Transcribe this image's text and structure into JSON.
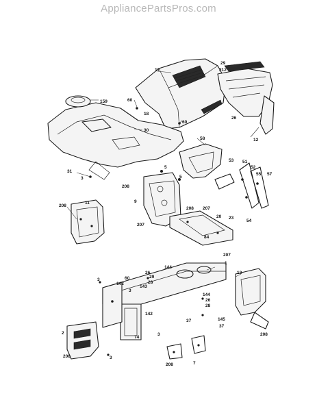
{
  "site_watermark": "AppliancePartsPros.com",
  "callouts": [
    {
      "id": "c-17",
      "text": "17"
    },
    {
      "id": "c-29",
      "text": "29"
    },
    {
      "id": "c-212",
      "text": "212"
    },
    {
      "id": "c-159",
      "text": "159"
    },
    {
      "id": "c-60a",
      "text": "60"
    },
    {
      "id": "c-18",
      "text": "18"
    },
    {
      "id": "c-60b",
      "text": "60"
    },
    {
      "id": "c-30",
      "text": "30"
    },
    {
      "id": "c-26a",
      "text": "26"
    },
    {
      "id": "c-12",
      "text": "12"
    },
    {
      "id": "c-58",
      "text": "58"
    },
    {
      "id": "c-31",
      "text": "31"
    },
    {
      "id": "c-3a",
      "text": "3"
    },
    {
      "id": "c-5a",
      "text": "5"
    },
    {
      "id": "c-208a",
      "text": "208"
    },
    {
      "id": "c-5b",
      "text": "5"
    },
    {
      "id": "c-53",
      "text": "53"
    },
    {
      "id": "c-51",
      "text": "51"
    },
    {
      "id": "c-52",
      "text": "52"
    },
    {
      "id": "c-55",
      "text": "55"
    },
    {
      "id": "c-57",
      "text": "57"
    },
    {
      "id": "c-54",
      "text": "54"
    },
    {
      "id": "c-208b",
      "text": "208"
    },
    {
      "id": "c-11",
      "text": "11"
    },
    {
      "id": "c-9",
      "text": "9"
    },
    {
      "id": "c-208c",
      "text": "208"
    },
    {
      "id": "c-207a",
      "text": "207"
    },
    {
      "id": "c-20",
      "text": "20"
    },
    {
      "id": "c-23",
      "text": "23"
    },
    {
      "id": "c-207b",
      "text": "207"
    },
    {
      "id": "c-84",
      "text": "84"
    },
    {
      "id": "c-207c",
      "text": "207"
    },
    {
      "id": "c-144a",
      "text": "144"
    },
    {
      "id": "c-1",
      "text": "1"
    },
    {
      "id": "c-26b",
      "text": "26"
    },
    {
      "id": "c-29b",
      "text": "29"
    },
    {
      "id": "c-28a",
      "text": "28"
    },
    {
      "id": "c-3b",
      "text": "3"
    },
    {
      "id": "c-143",
      "text": "143"
    },
    {
      "id": "c-142a",
      "text": "142"
    },
    {
      "id": "c-60c",
      "text": "60"
    },
    {
      "id": "c-3c",
      "text": "3"
    },
    {
      "id": "c-13",
      "text": "13"
    },
    {
      "id": "c-144b",
      "text": "144"
    },
    {
      "id": "c-26c",
      "text": "26"
    },
    {
      "id": "c-28b",
      "text": "28"
    },
    {
      "id": "c-142b",
      "text": "142"
    },
    {
      "id": "c-74",
      "text": "74"
    },
    {
      "id": "c-3d",
      "text": "3"
    },
    {
      "id": "c-37a",
      "text": "37"
    },
    {
      "id": "c-145",
      "text": "145"
    },
    {
      "id": "c-37b",
      "text": "37"
    },
    {
      "id": "c-2",
      "text": "2"
    },
    {
      "id": "c-208d",
      "text": "208"
    },
    {
      "id": "c-208e",
      "text": "208"
    },
    {
      "id": "c-3e",
      "text": "3"
    },
    {
      "id": "c-208f",
      "text": "208"
    },
    {
      "id": "c-7",
      "text": "7"
    }
  ]
}
